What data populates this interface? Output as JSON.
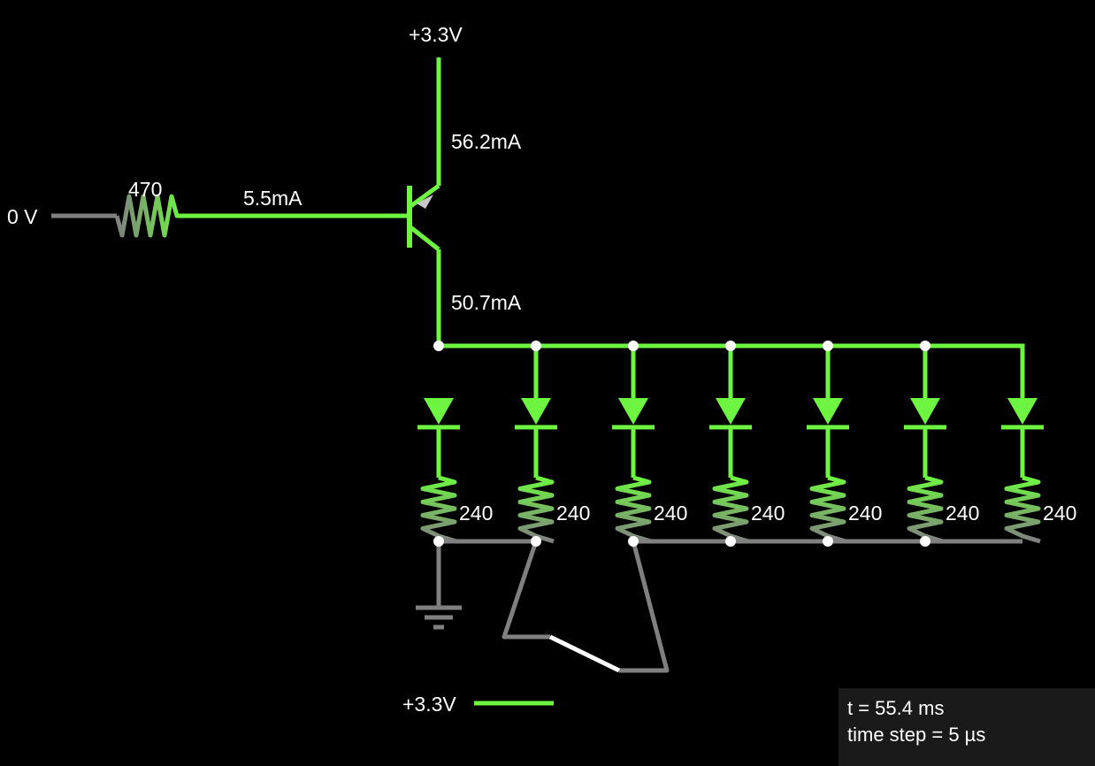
{
  "supply_top": {
    "label": "+3.3V"
  },
  "input_source": {
    "label": "0 V"
  },
  "base_resistor": {
    "value": "470"
  },
  "currents": {
    "base": "5.5mA",
    "emitter": "56.2mA",
    "collector": "50.7mA"
  },
  "led_resistors": [
    {
      "value": "240"
    },
    {
      "value": "240"
    },
    {
      "value": "240"
    },
    {
      "value": "240"
    },
    {
      "value": "240"
    },
    {
      "value": "240"
    },
    {
      "value": "240"
    }
  ],
  "supply_bottom": {
    "label": "+3.3V"
  },
  "sim": {
    "time": "t = 55.4 ms",
    "timestep": "time step = 5 µs"
  },
  "colors": {
    "active": "#6ef542",
    "inactive": "#808080",
    "wire_white": "#ffffff",
    "background": "#000000"
  }
}
